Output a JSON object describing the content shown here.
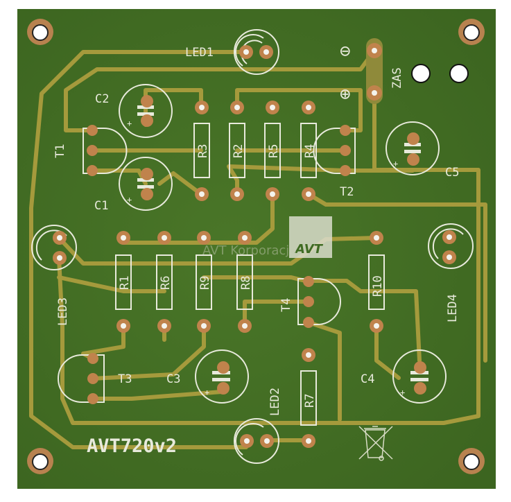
{
  "board": {
    "title": "AVT720v2",
    "watermark": "AVT Korporacja",
    "logo": "AVT",
    "colors": {
      "soldermask": "#416b24",
      "trace": "#a59a3c",
      "pad": "#c0834c",
      "silkscreen": "#e8eadc"
    }
  },
  "labels": {
    "led1": "LED1",
    "led2": "LED2",
    "led3": "LED3",
    "led4": "LED4",
    "c1": "C1",
    "c2": "C2",
    "c3": "C3",
    "c4": "C4",
    "c5": "C5",
    "t1": "T1",
    "t2": "T2",
    "t3": "T3",
    "t4": "T4",
    "r1": "R1",
    "r2": "R2",
    "r3": "R3",
    "r4": "R4",
    "r5": "R5",
    "r6": "R6",
    "r7": "R7",
    "r8": "R8",
    "r9": "R9",
    "r10": "R10",
    "zas": "ZAS",
    "minus": "⊖",
    "plus": "⊕",
    "cap_plus": "+"
  },
  "icons": {
    "weee": "crossed-out-bin-icon"
  }
}
